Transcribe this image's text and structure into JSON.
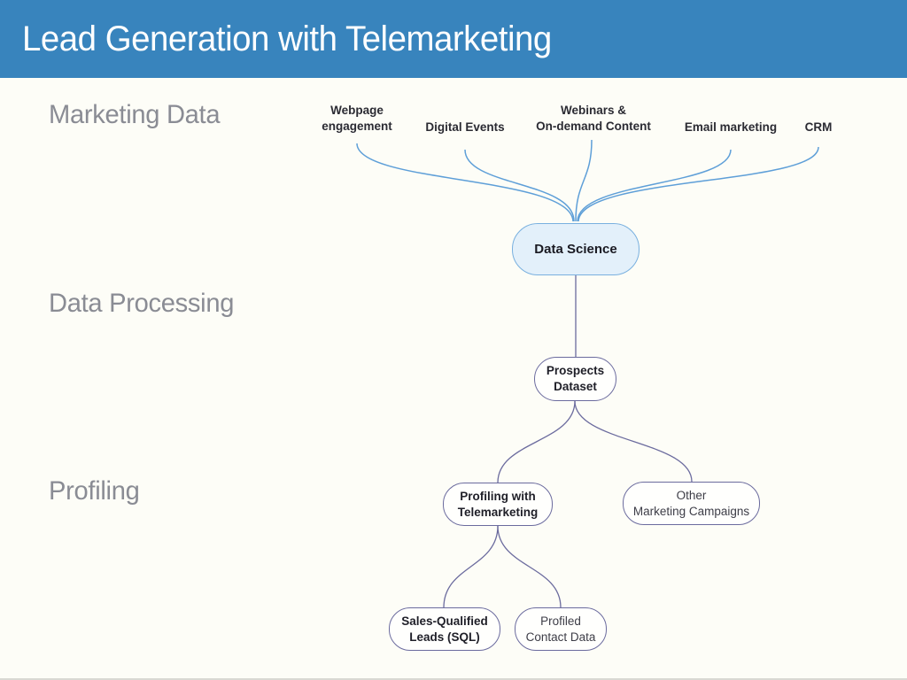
{
  "header": {
    "title": "Lead Generation with Telemarketing"
  },
  "stage_labels": {
    "marketing_data": "Marketing Data",
    "data_processing": "Data Processing",
    "profiling": "Profiling"
  },
  "sources": {
    "webpage": {
      "line1": "Webpage",
      "line2": "engagement"
    },
    "digital_events": {
      "label": "Digital Events"
    },
    "webinars": {
      "line1": "Webinars &",
      "line2": "On-demand Content"
    },
    "email": {
      "label": "Email marketing"
    },
    "crm": {
      "label": "CRM"
    }
  },
  "nodes": {
    "data_science": {
      "label": "Data Science"
    },
    "prospects_dataset": {
      "line1": "Prospects",
      "line2": "Dataset"
    },
    "profiling_telemarketing": {
      "line1": "Profiling with",
      "line2": "Telemarketing"
    },
    "other_campaigns": {
      "line1": "Other",
      "line2": "Marketing Campaigns"
    },
    "sales_qualified_leads": {
      "line1": "Sales-Qualified",
      "line2": "Leads (SQL)"
    },
    "profiled_contact_data": {
      "line1": "Profiled",
      "line2": "Contact Data"
    }
  },
  "colors": {
    "header_background": "#3884bd",
    "header_text": "#ffffff",
    "canvas_background": "#fdfdf7",
    "stage_label_text": "#8a8c94",
    "source_curve": "#5e9fd8",
    "flow_curve": "#6b6b9e",
    "data_science_fill": "#e3f0fa",
    "data_science_border": "#79b0df",
    "node_border": "#6b6b9e",
    "node_text_bold": "#1f1f28",
    "node_text_regular": "#3d3d47"
  }
}
